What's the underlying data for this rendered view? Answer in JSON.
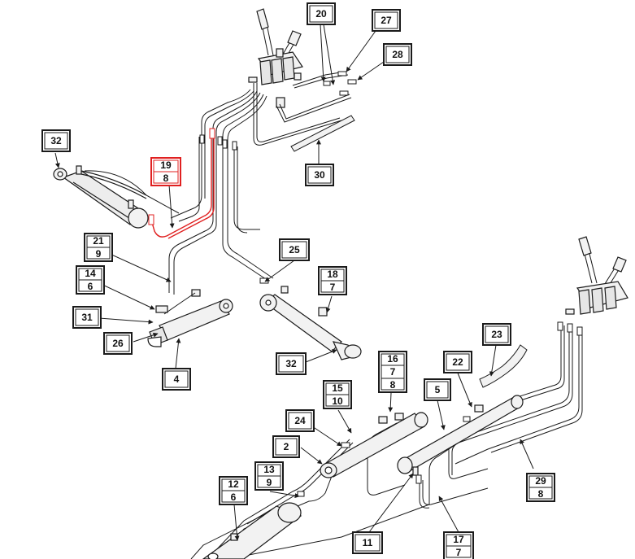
{
  "callouts": [
    {
      "id": "c20",
      "top": "20"
    },
    {
      "id": "c27",
      "top": "27"
    },
    {
      "id": "c28",
      "top": "28"
    },
    {
      "id": "c32a",
      "top": "32"
    },
    {
      "id": "c19",
      "top": "19",
      "bottom": "8",
      "highlight": true
    },
    {
      "id": "c30",
      "top": "30"
    },
    {
      "id": "c21",
      "top": "21",
      "bottom": "9"
    },
    {
      "id": "c14",
      "top": "14",
      "bottom": "6"
    },
    {
      "id": "c31",
      "top": "31"
    },
    {
      "id": "c26",
      "top": "26"
    },
    {
      "id": "c4",
      "top": "4"
    },
    {
      "id": "c25",
      "top": "25"
    },
    {
      "id": "c18",
      "top": "18",
      "bottom": "7"
    },
    {
      "id": "c32b",
      "top": "32"
    },
    {
      "id": "c23",
      "top": "23"
    },
    {
      "id": "c16",
      "top": "16",
      "middle": "7",
      "bottom": "8"
    },
    {
      "id": "c22",
      "top": "22"
    },
    {
      "id": "c15",
      "top": "15",
      "bottom": "10"
    },
    {
      "id": "c5",
      "top": "5"
    },
    {
      "id": "c24",
      "top": "24"
    },
    {
      "id": "c2",
      "top": "2"
    },
    {
      "id": "c13",
      "top": "13",
      "bottom": "9"
    },
    {
      "id": "c12",
      "top": "12",
      "bottom": "6"
    },
    {
      "id": "c29",
      "top": "29",
      "bottom": "8"
    },
    {
      "id": "c11",
      "top": "11"
    },
    {
      "id": "c17",
      "top": "17",
      "bottom": "7"
    }
  ],
  "colors": {
    "line": "#1a1a1a",
    "highlight": "#e02020",
    "paper": "#ffffff",
    "part": "#f2f2f2"
  }
}
